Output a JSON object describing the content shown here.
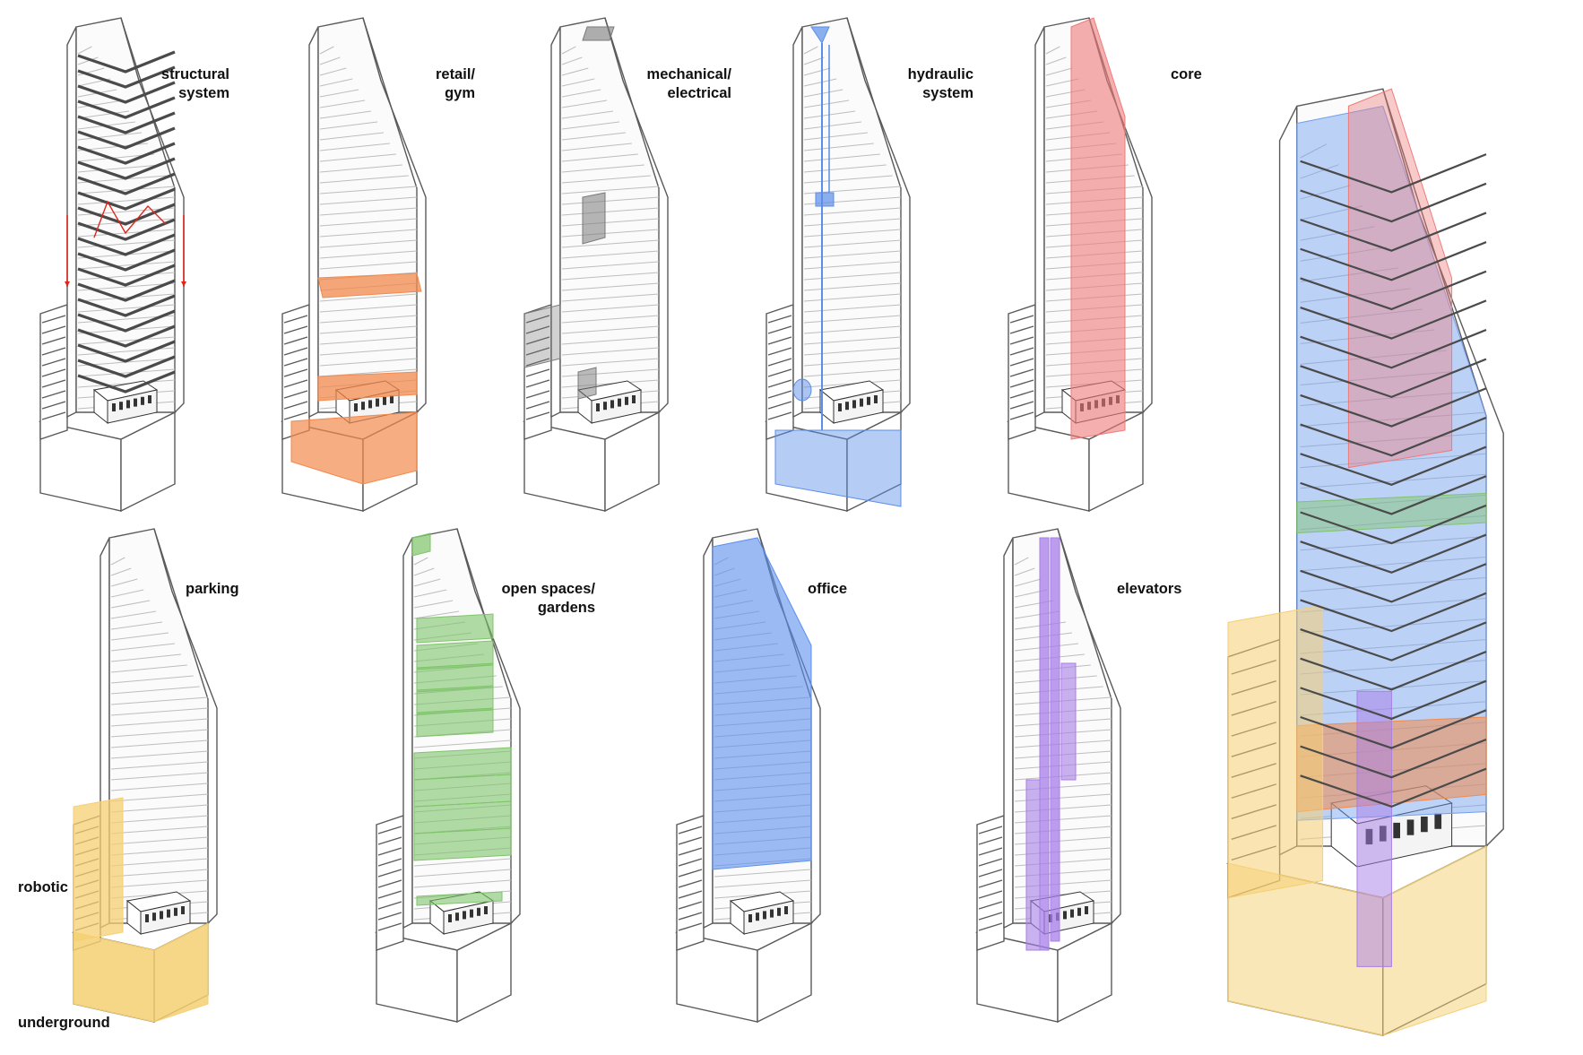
{
  "panels": [
    {
      "id": "structural",
      "label_lines": [
        "structural",
        "system"
      ],
      "color": "#4a4a4a"
    },
    {
      "id": "retail",
      "label_lines": [
        "retail/",
        "gym"
      ],
      "color": "#f28a4c"
    },
    {
      "id": "mechanical",
      "label_lines": [
        "mechanical/",
        "electrical"
      ],
      "color": "#7a7a7a"
    },
    {
      "id": "hydraulic",
      "label_lines": [
        "hydraulic",
        "system"
      ],
      "color": "#5b8ee8"
    },
    {
      "id": "core",
      "label_lines": [
        "core"
      ],
      "color": "#f07a7a"
    },
    {
      "id": "parking",
      "label_lines": [
        "parking"
      ],
      "color": "#f5cf72"
    },
    {
      "id": "open-spaces",
      "label_lines": [
        "open spaces/",
        "gardens"
      ],
      "color": "#7fc46a"
    },
    {
      "id": "office",
      "label_lines": [
        "office"
      ],
      "color": "#5b90ee"
    },
    {
      "id": "elevators",
      "label_lines": [
        "elevators"
      ],
      "color": "#a77ee8"
    },
    {
      "id": "composite",
      "label_lines": [],
      "color": "#6f9ef0"
    }
  ],
  "parking_sublabels": {
    "robotic": "robotic",
    "underground": "underground"
  },
  "load_arrow_color": "#e0261c"
}
